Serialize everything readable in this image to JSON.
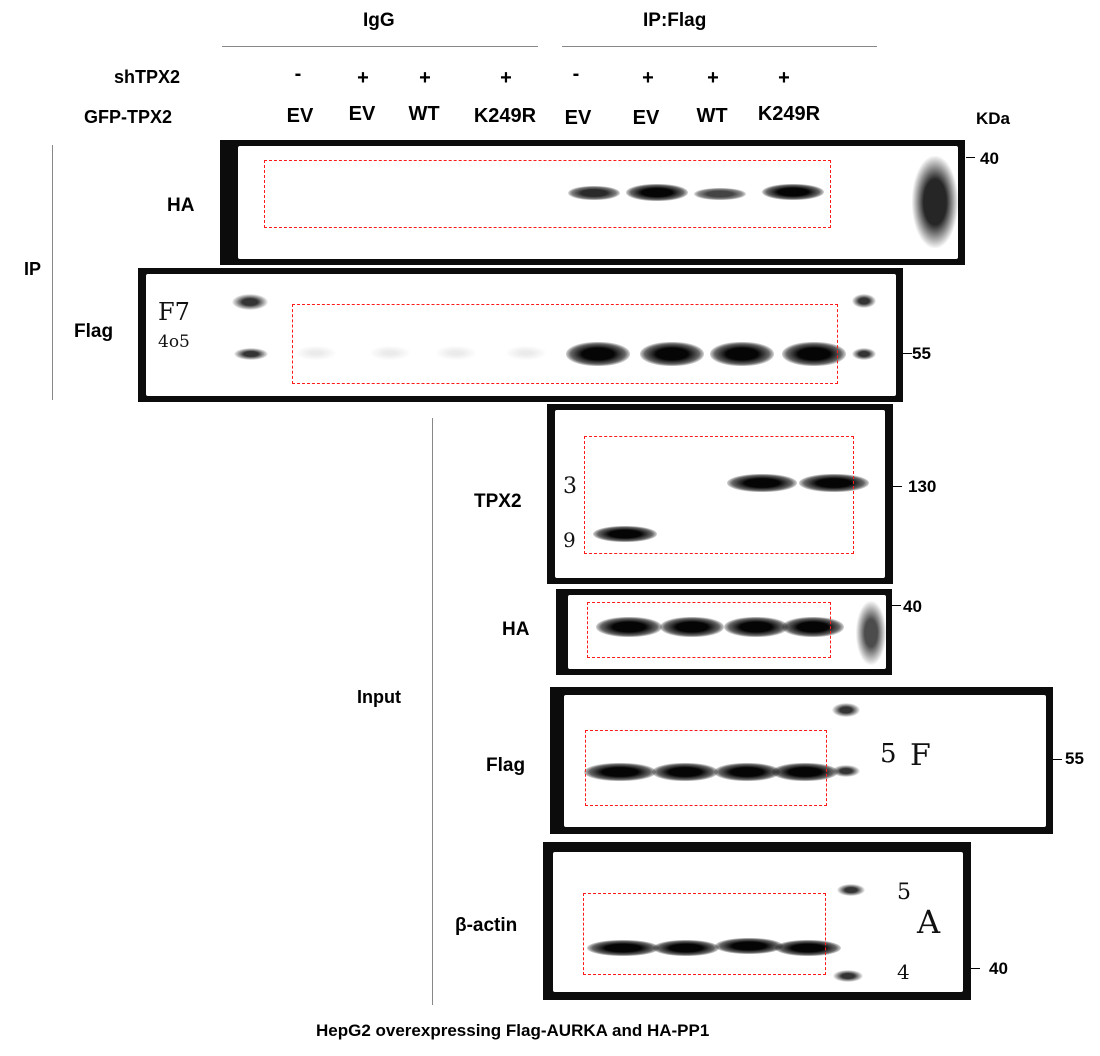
{
  "groups": {
    "left": "IgG",
    "right": "IP:Flag"
  },
  "rows": {
    "sh_label": "shTPX2",
    "gfp_label": "GFP-TPX2",
    "sh_values": [
      "-",
      "+",
      "+",
      "+",
      "-",
      "+",
      "+",
      "+"
    ],
    "gfp_values": [
      "EV",
      "EV",
      "WT",
      "K249R",
      "EV",
      "EV",
      "WT",
      "K249R"
    ]
  },
  "kda_label": "KDa",
  "sections": {
    "ip": "IP",
    "input": "Input"
  },
  "blots": {
    "ip_ha": {
      "label": "HA",
      "mw": "40"
    },
    "ip_flag": {
      "label": "Flag",
      "mw": "55"
    },
    "in_tpx2": {
      "label": "TPX2",
      "mw": "130"
    },
    "in_ha": {
      "label": "HA",
      "mw": "40"
    },
    "in_flag": {
      "label": "Flag",
      "mw": "55"
    },
    "in_actin": {
      "label": "β-actin",
      "mw": "40"
    }
  },
  "handwriting": {
    "flag_ladder": [
      "F7",
      "4o5"
    ],
    "in_tpx2": [
      "3",
      "9"
    ],
    "in_flag": [
      "5",
      "F"
    ],
    "in_actin": [
      "5",
      "A",
      "4"
    ]
  },
  "footer": "HepG2 overexpressing  Flag-AURKA and HA-PP1",
  "colors": {
    "roi": "#ff1a1a",
    "blot_frame": "#0c0c0c",
    "divider": "#888888"
  }
}
